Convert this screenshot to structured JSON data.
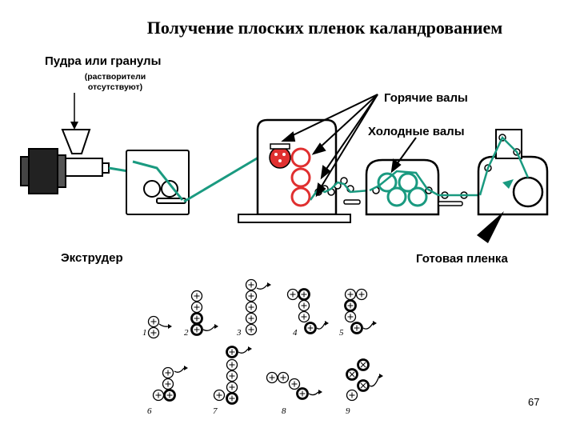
{
  "title": "Получение плоских пленок каландрованием",
  "labels": {
    "powder_line1": "Пудра или гранулы",
    "powder_line2": "(растворители",
    "powder_line3": "отсутствуют)",
    "hot_rolls": "Горячие валы",
    "cold_rolls": "Холодные валы",
    "extruder": "Экструдер",
    "finished_film": "Готовая пленка"
  },
  "roll_configs": [
    "1",
    "2",
    "3",
    "4",
    "5",
    "6",
    "7",
    "8",
    "9"
  ],
  "page_number": "67",
  "colors": {
    "hot_roll": "#e03030",
    "cold_roll": "#1a9a80",
    "film": "#1a9a80",
    "ink": "#000000"
  }
}
